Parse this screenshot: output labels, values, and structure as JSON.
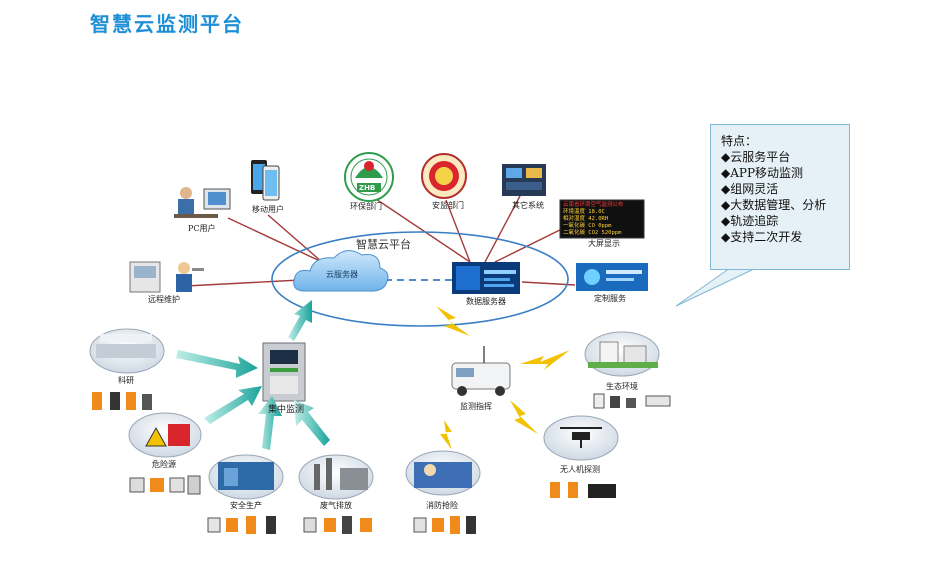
{
  "title": "智慧云监测平台",
  "cloud_platform_label": "智慧云平台",
  "cloud_server_label": "云服务器",
  "data_server_label": "数据服务器",
  "concentrator_label": "集中监测",
  "monitor_vehicle_label": "监测指挥",
  "nodes": {
    "pc_user": "PC用户",
    "mobile_user": "移动用户",
    "env_dept": "环保部门",
    "safety_dept": "安监部门",
    "other_system": "其它系统",
    "big_screen": "大屏显示",
    "custom_service": "定制服务",
    "remote_maint": "远程维护",
    "research": "科研",
    "hazmat": "危险源",
    "safe_prod": "安全生产",
    "exhaust": "废气排放",
    "fire_rescue": "消防抢险",
    "ecology": "生态环境",
    "drone": "无人机探测"
  },
  "zhb_text": "ZHB",
  "screen_rows": [
    "云南省环境空气监测公布",
    "环境温度 18.0C",
    "相对湿度 42.0RH",
    "一氧化碳 CO 0ppm",
    "二氧化碳 CO2 520ppm"
  ],
  "callout": {
    "heading": "特点：",
    "items": [
      "◆云服务平台",
      "◆APP移动监测",
      "◆组网灵活",
      "◆大数据管理、分析",
      "◆轨迹追踪",
      "◆支持二次开发"
    ]
  },
  "colors": {
    "title": "#1e8fd6",
    "link_red": "#a33a3a",
    "ellipse": "#3a7fc4",
    "arrow": "#27b0a8",
    "lightning": "#f2c200"
  }
}
